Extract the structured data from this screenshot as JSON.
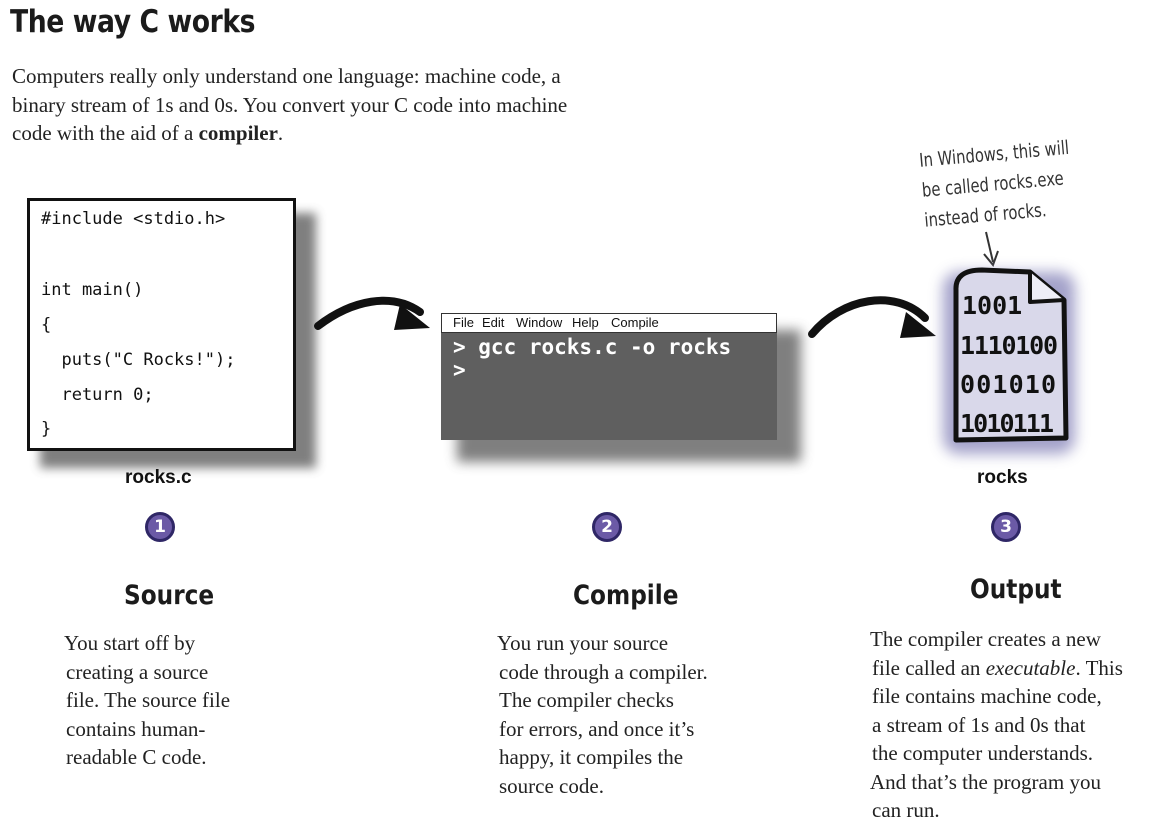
{
  "title": "The way C works",
  "intro": {
    "line1": "Computers really only understand one language: machine code, a",
    "line2": "binary stream of  1s and 0s. You convert your C code into machine",
    "line3_pre": "code with the aid of  a ",
    "line3_bold": "compiler",
    "line3_post": "."
  },
  "source_file": {
    "code_lines": [
      "#include <stdio.h>",
      "int main()",
      "{",
      "  puts(\"C Rocks!\");",
      "  return 0;",
      "}"
    ],
    "label": "rocks.c"
  },
  "terminal": {
    "menu": [
      "File",
      "Edit",
      "Window",
      "Help",
      "Compile"
    ],
    "line1": "> gcc rocks.c -o rocks",
    "line2": ">"
  },
  "output_file": {
    "binary_lines": [
      "1001",
      "1110100",
      "001010",
      "1010111"
    ],
    "label": "rocks",
    "note_lines": [
      "In Windows, this will",
      "be called rocks.exe",
      "instead of rocks."
    ]
  },
  "steps": [
    {
      "number": "1",
      "heading": "Source",
      "lines": [
        "You start off by",
        "creating a source",
        "file. The source file",
        "contains human-",
        "readable C code."
      ]
    },
    {
      "number": "2",
      "heading": "Compile",
      "lines": [
        "You run your source",
        "code through a compiler.",
        "The compiler checks",
        "for errors, and once it’s",
        "happy, it compiles the",
        "source code."
      ]
    },
    {
      "number": "3",
      "heading": "Output",
      "line1": "The compiler creates a new",
      "line2_pre": "file called an ",
      "line2_italic": "executable",
      "line2_post": ". This",
      "lines_rest": [
        "file contains machine code,",
        "a stream of  1s and 0s that",
        "the computer understands.",
        "And that’s the program you",
        "can run."
      ]
    }
  ],
  "colors": {
    "step_badge": "#6b5aa6",
    "terminal_bg": "#5f5f5f",
    "document_glow": "#9a98c4"
  }
}
